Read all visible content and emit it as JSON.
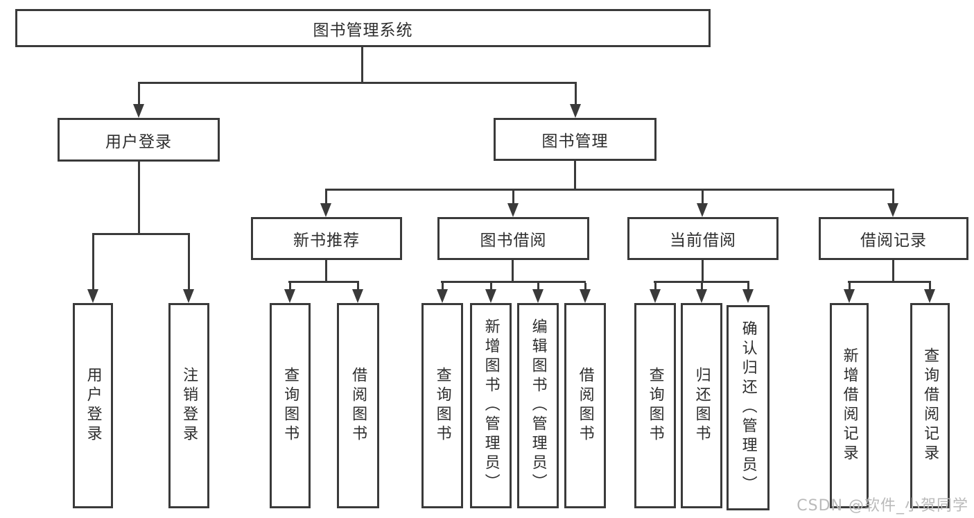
{
  "diagram": {
    "root": {
      "label": "图书管理系统"
    },
    "level1": [
      {
        "label": "用户登录"
      },
      {
        "label": "图书管理"
      }
    ],
    "level2": [
      {
        "label": "新书推荐"
      },
      {
        "label": "图书借阅"
      },
      {
        "label": "当前借阅"
      },
      {
        "label": "借阅记录"
      }
    ],
    "leaves": {
      "user_login": [
        "用户登录",
        "注销登录"
      ],
      "new_book_recommendation": [
        "查询图书",
        "借阅图书"
      ],
      "book_borrowing": [
        "查询图书",
        "新增图书（管理员）",
        "编辑图书（管理员）",
        "借阅图书"
      ],
      "current_borrowing": [
        "查询图书",
        "归还图书",
        "确认归还（管理员）"
      ],
      "borrowing_records": [
        "新增借阅记录",
        "查询借阅记录"
      ]
    },
    "watermark": "CSDN @软件_小贺同学",
    "colors": {
      "line": "#3a3a3a",
      "text": "#2d2d2d",
      "watermark": "#bababa",
      "background": "#ffffff"
    }
  }
}
